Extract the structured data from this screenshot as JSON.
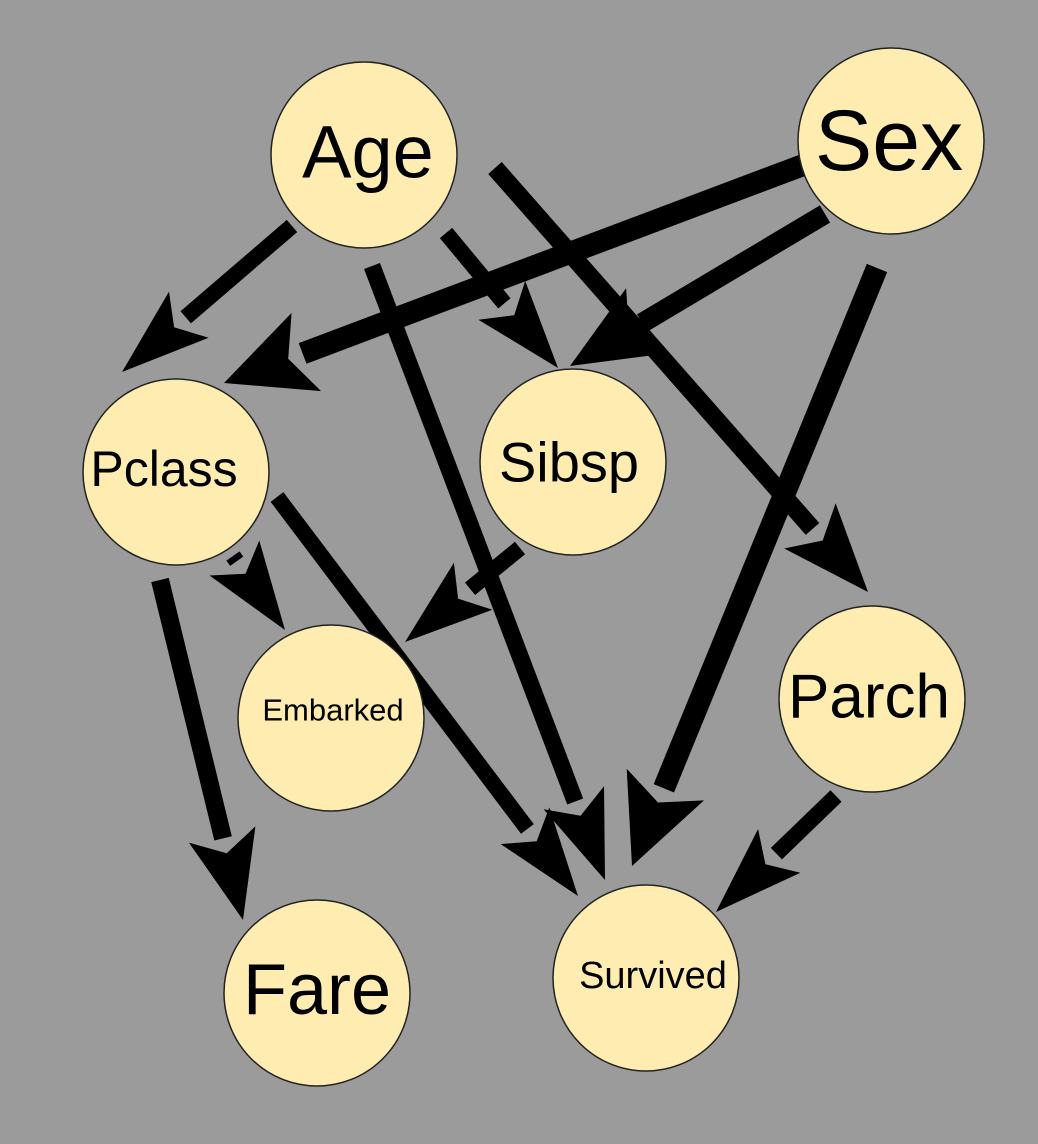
{
  "diagram": {
    "background": "#9b9b9b",
    "node_fill": "#ffecb0",
    "edge_color": "#000000",
    "nodes": [
      {
        "id": "age",
        "label": "Age"
      },
      {
        "id": "sex",
        "label": "Sex"
      },
      {
        "id": "pclass",
        "label": "Pclass"
      },
      {
        "id": "sibsp",
        "label": "Sibsp"
      },
      {
        "id": "embarked",
        "label": "Embarked"
      },
      {
        "id": "parch",
        "label": "Parch"
      },
      {
        "id": "fare",
        "label": "Fare"
      },
      {
        "id": "survived",
        "label": "Survived"
      }
    ],
    "edges": [
      {
        "from": "age",
        "to": "pclass"
      },
      {
        "from": "age",
        "to": "sibsp"
      },
      {
        "from": "age",
        "to": "parch"
      },
      {
        "from": "age",
        "to": "survived"
      },
      {
        "from": "sex",
        "to": "pclass"
      },
      {
        "from": "sex",
        "to": "sibsp"
      },
      {
        "from": "sex",
        "to": "survived"
      },
      {
        "from": "pclass",
        "to": "embarked"
      },
      {
        "from": "pclass",
        "to": "fare"
      },
      {
        "from": "pclass",
        "to": "survived"
      },
      {
        "from": "sibsp",
        "to": "embarked"
      },
      {
        "from": "parch",
        "to": "survived"
      }
    ]
  }
}
